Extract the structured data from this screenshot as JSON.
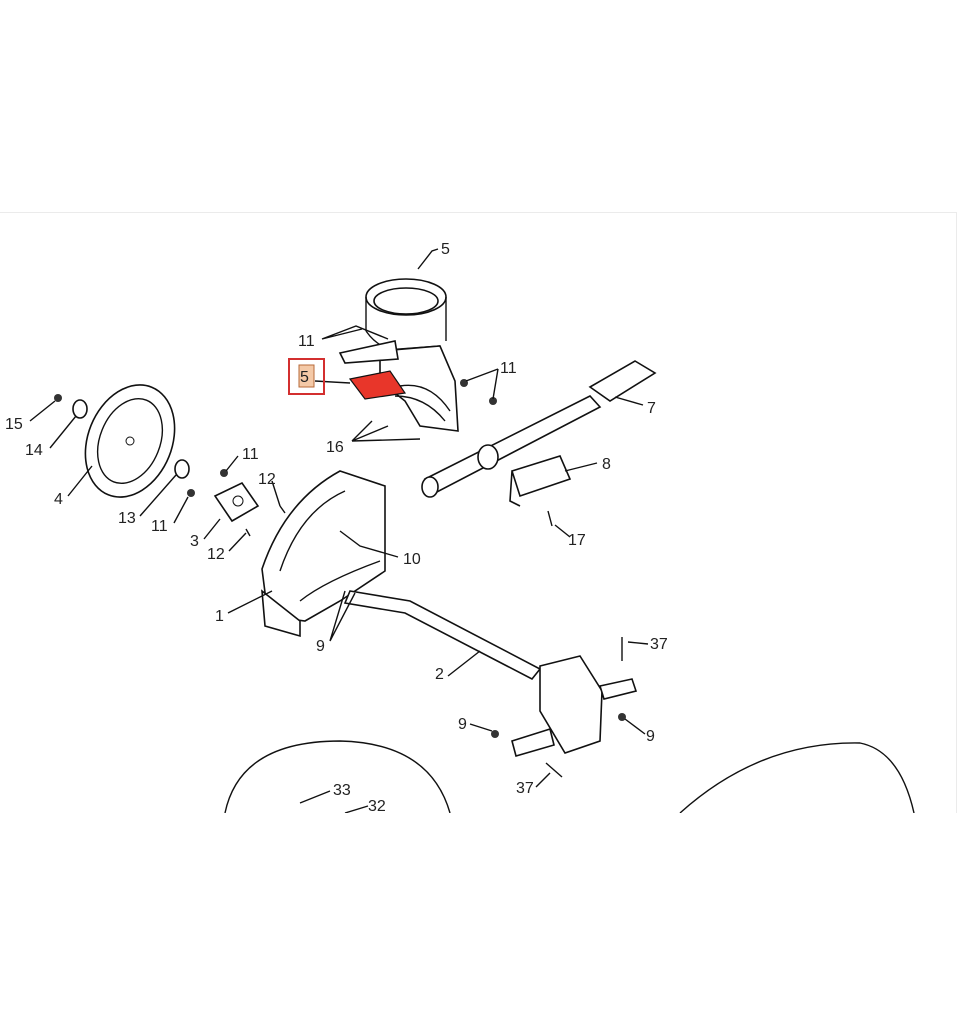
{
  "diagram": {
    "callouts": [
      {
        "id": "c5a",
        "text": "5"
      },
      {
        "id": "c11a",
        "text": "11"
      },
      {
        "id": "c11b",
        "text": "11"
      },
      {
        "id": "c7",
        "text": "7"
      },
      {
        "id": "c16",
        "text": "16"
      },
      {
        "id": "c8",
        "text": "8"
      },
      {
        "id": "c17",
        "text": "17"
      },
      {
        "id": "c15",
        "text": "15"
      },
      {
        "id": "c14",
        "text": "14"
      },
      {
        "id": "c4",
        "text": "4"
      },
      {
        "id": "c13",
        "text": "13"
      },
      {
        "id": "c11c",
        "text": "11"
      },
      {
        "id": "c11d",
        "text": "11"
      },
      {
        "id": "c12a",
        "text": "12"
      },
      {
        "id": "c3",
        "text": "3"
      },
      {
        "id": "c12b",
        "text": "12"
      },
      {
        "id": "c10",
        "text": "10"
      },
      {
        "id": "c1",
        "text": "1"
      },
      {
        "id": "c9a",
        "text": "9"
      },
      {
        "id": "c2",
        "text": "2"
      },
      {
        "id": "c37a",
        "text": "37"
      },
      {
        "id": "c9b",
        "text": "9"
      },
      {
        "id": "c9c",
        "text": "9"
      },
      {
        "id": "c37b",
        "text": "37"
      },
      {
        "id": "c33",
        "text": "33"
      },
      {
        "id": "c32",
        "text": "32"
      }
    ],
    "highlight": {
      "text": "5",
      "color": "#e8362a"
    }
  }
}
